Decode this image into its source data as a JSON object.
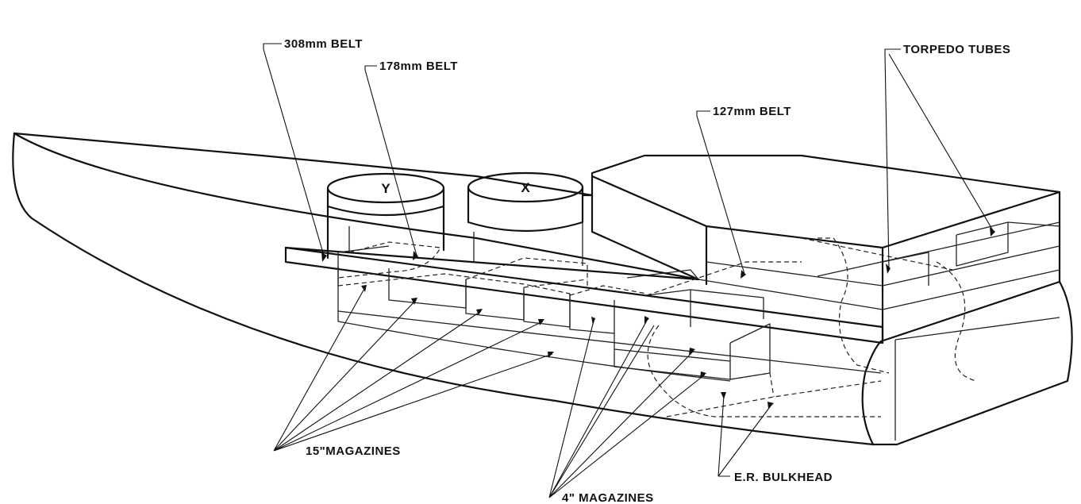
{
  "labels": {
    "belt_308": "308mm BELT",
    "belt_178": "178mm BELT",
    "belt_127": "127mm BELT",
    "torpedo_tubes": "TORPEDO TUBES",
    "magazines_15": "15\"MAGAZINES",
    "magazines_4": "4\" MAGAZINES",
    "er_bulkhead": "E.R. BULKHEAD"
  },
  "turrets": {
    "y": "Y",
    "x": "X"
  },
  "colors": {
    "ink": "#111111",
    "paper": "#ffffff"
  }
}
